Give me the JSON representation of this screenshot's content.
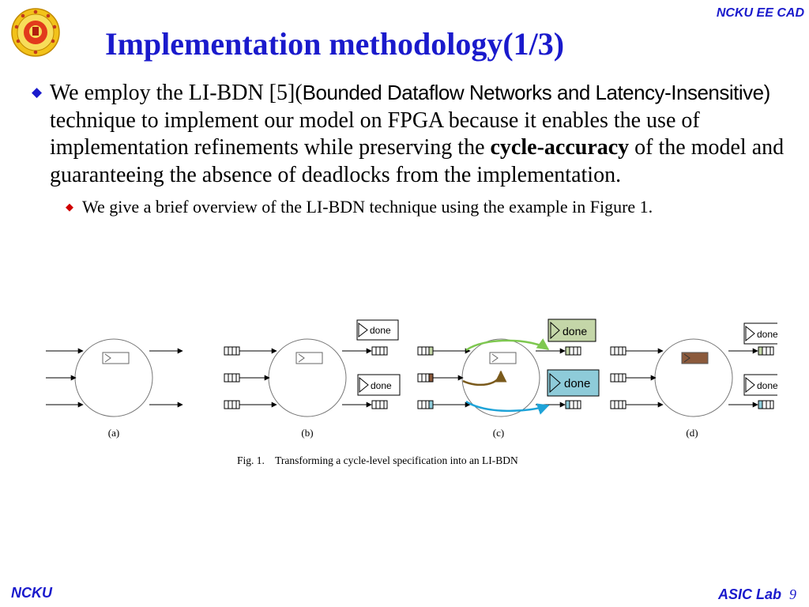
{
  "header": {
    "tag": "NCKU EE CAD"
  },
  "title": "Implementation methodology(1/3)",
  "bullet1": {
    "intro": "We employ the LI-BDN [5](",
    "sans_part": "Bounded Dataflow Networks and Latency-Insensitive)",
    "mid": " technique to implement our model on FPGA because it enables the use of implementation refinements while preserving the ",
    "bold": "cycle-accuracy",
    "rest": " of the model and guaranteeing the absence of deadlocks from the implementation."
  },
  "bullet2": {
    "text": "We give a brief overview of the LI-BDN technique using the example in Figure 1."
  },
  "figure": {
    "done_label": "done",
    "panel_labels": [
      "(a)",
      "(b)",
      "(c)",
      "(d)"
    ],
    "caption": "Fig. 1.    Transforming a cycle-level specification into an LI-BDN",
    "colors": {
      "green": "#c4d6a8",
      "blue": "#8ecbd9",
      "brown": "#8b5a3c",
      "arrow_green": "#7ec850",
      "arrow_blue": "#1ea3d8",
      "arrow_brown": "#7a5a1c"
    }
  },
  "footer": {
    "left": "NCKU",
    "lab": "ASIC Lab",
    "page": "9"
  }
}
